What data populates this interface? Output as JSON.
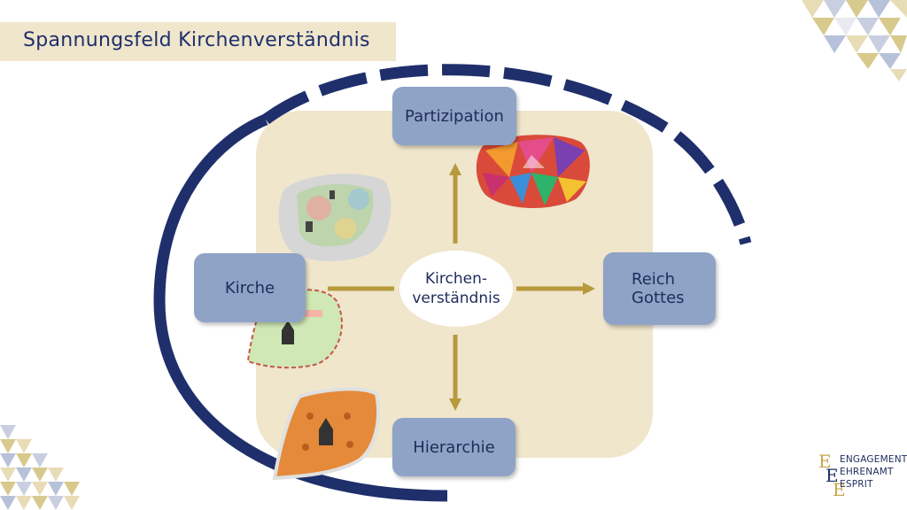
{
  "title": "Spannungsfeld Kirchenverständnis",
  "center": {
    "line1": "Kirchen-",
    "line2": "verständnis"
  },
  "boxes": {
    "top": "Partizipation",
    "left": "Kirche",
    "right_line1": "Reich",
    "right_line2": "Gottes",
    "bottom": "Hierarchie"
  },
  "logo": {
    "line1": "ENGAGEMENT",
    "line2": "EHRENAMT",
    "line3": "ESPRIT"
  },
  "colors": {
    "navy": "#1f2f6b",
    "box_blue": "#8fa3c6",
    "beige": "#efe6cc",
    "arrow_gold": "#b89a3c",
    "orange_map": "#e58a3a",
    "green_map": "#cfe8b5"
  }
}
